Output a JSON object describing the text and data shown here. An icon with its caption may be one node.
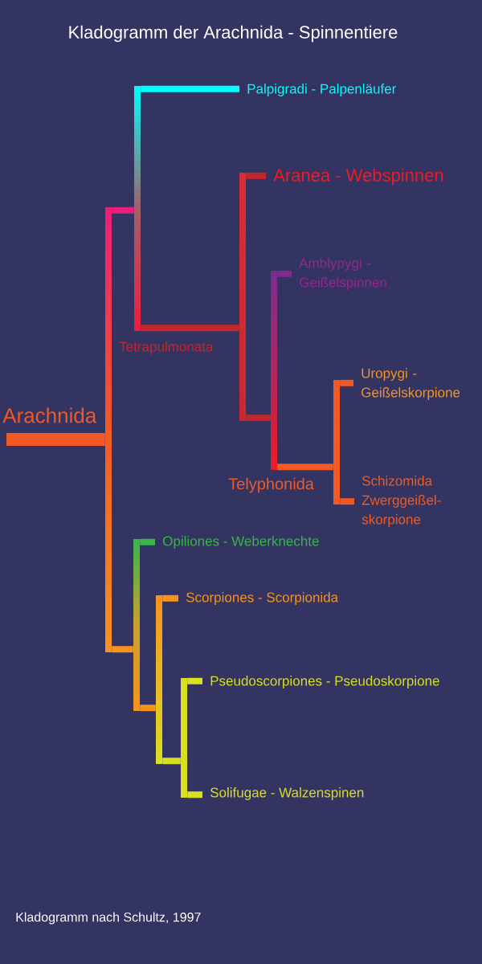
{
  "diagram": {
    "title": "Kladogramm der Arachnida - Spinnentiere",
    "caption": "Kladogramm nach Schultz, 1997",
    "nodes": [
      {
        "text": [],
        "shape": "bar"
      },
      {
        "text": [],
        "shape": "bar"
      },
      {
        "text": [
          "Palpigradi - Palpenläufer"
        ]
      },
      {
        "text": [],
        "shape": "bar"
      },
      {
        "text": [
          "Aranea - Webspinnen"
        ]
      },
      {
        "text": [],
        "shape": "bar"
      },
      {
        "text": [
          "Amblypygi - Geißelspinnen"
        ]
      },
      {
        "text": [],
        "shape": "bar"
      },
      {
        "text": [
          "Uropygi - Geißelskorpione"
        ]
      },
      {
        "text": [
          "Schizomida Zwerggeißel- skorpione"
        ]
      },
      {
        "text": [],
        "shape": "bar"
      },
      {
        "text": [
          "Opiliones - Weberknechte"
        ]
      },
      {
        "text": [],
        "shape": "bar"
      },
      {
        "text": [
          "Scorpiones - Scorpionida"
        ]
      },
      {
        "text": [],
        "shape": "bar"
      },
      {
        "text": [
          "Pseudoscorpiones - Pseudoskorpione"
        ]
      },
      {
        "text": [
          "Solifugae - Walzenspinen"
        ]
      }
    ],
    "edges": [
      {
        "from": null,
        "to": 0,
        "arrow": "none",
        "label": "Arachnida",
        "style": "thick",
        "color": "#f15a24"
      },
      {
        "from": 0,
        "to": 1,
        "arrow": "none",
        "color": "#ed1e79"
      },
      {
        "from": 1,
        "to": 2,
        "arrow": "none",
        "color": "#00ffff"
      },
      {
        "from": 1,
        "to": 3,
        "arrow": "none",
        "label": "Tetrapulmonata",
        "color": "#c1272d"
      },
      {
        "from": 3,
        "to": 4,
        "arrow": "none",
        "color": "#c1272d"
      },
      {
        "from": 3,
        "to": 5,
        "arrow": "none",
        "color": "#c1272d"
      },
      {
        "from": 5,
        "to": 6,
        "arrow": "none",
        "color": "#7b2e8e"
      },
      {
        "from": 5,
        "to": 7,
        "arrow": "none",
        "label": "Telyphonida",
        "color": "#f15a24"
      },
      {
        "from": 7,
        "to": 8,
        "arrow": "none",
        "color": "#f15a24"
      },
      {
        "from": 7,
        "to": 9,
        "arrow": "none",
        "color": "#f15a24"
      },
      {
        "from": 0,
        "to": 10,
        "arrow": "none",
        "color": "#f7931e"
      },
      {
        "from": 10,
        "to": 11,
        "arrow": "none",
        "color": "#39b54a"
      },
      {
        "from": 10,
        "to": 12,
        "arrow": "none",
        "color": "#f7931e"
      },
      {
        "from": 12,
        "to": 13,
        "arrow": "none",
        "color": "#f7931e"
      },
      {
        "from": 12,
        "to": 14,
        "arrow": "none",
        "color": "#d9e021"
      },
      {
        "from": 14,
        "to": 15,
        "arrow": "none",
        "color": "#d9e021"
      },
      {
        "from": 14,
        "to": 16,
        "arrow": "none",
        "color": "#d9e021"
      }
    ]
  }
}
